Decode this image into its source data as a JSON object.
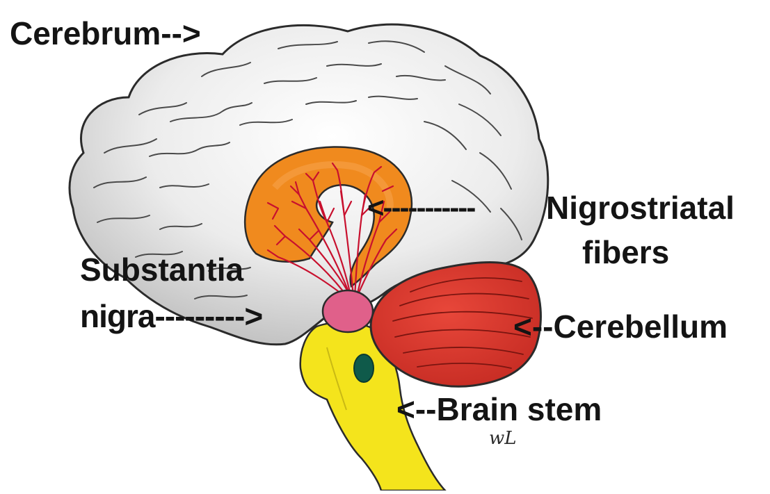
{
  "labels": {
    "cerebrum": "Cerebrum-->",
    "nigrostriatal_arrow": "<-----------",
    "nigrostriatal_line1": "Nigrostriatal",
    "nigrostriatal_line2": "fibers",
    "substantia_line1": "Substantia",
    "substantia_line2": "nigra--------->",
    "cerebellum": "<--Cerebellum",
    "brain_stem": "<--Brain stem"
  },
  "signature": "wL",
  "colors": {
    "cerebrum_fill": "#e3e3e3",
    "cerebrum_outline": "#2b2b2b",
    "basal_ganglia": "#f08a1e",
    "fibers": "#c8102e",
    "substantia_nigra": "#e0608a",
    "cerebellum": "#d9372a",
    "brain_stem": "#f4e41c",
    "brain_stem_nucleus": "#0f5a4a"
  }
}
